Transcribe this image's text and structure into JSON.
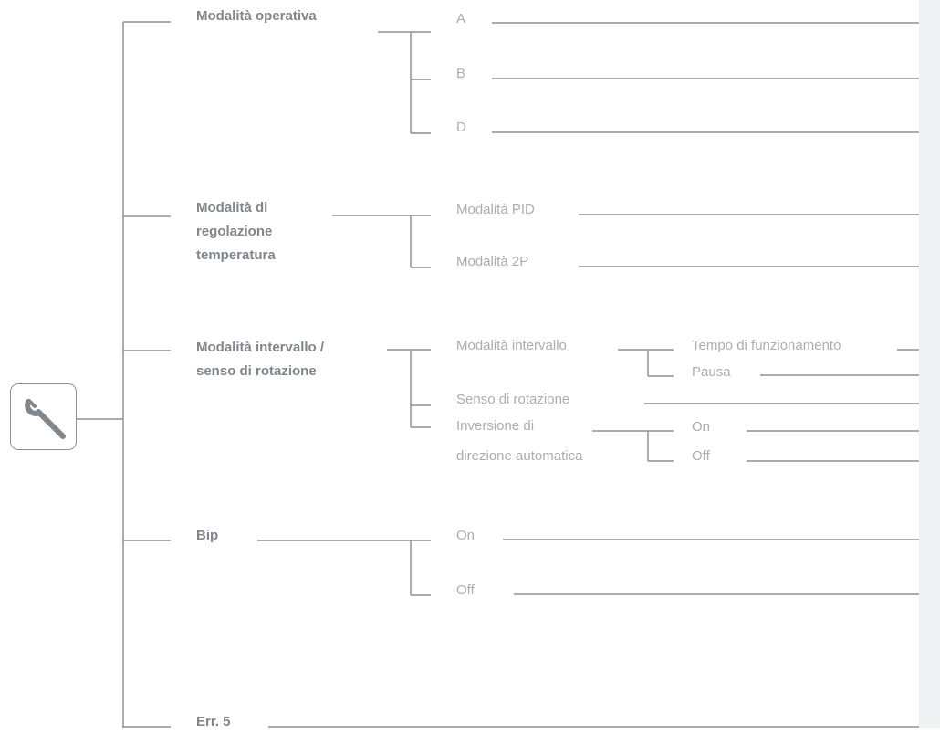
{
  "menu": {
    "icon": "wrench-icon",
    "categories": {
      "operating_mode": {
        "label": "Modalità operativa",
        "options": [
          "A",
          "B",
          "D"
        ]
      },
      "temperature_mode": {
        "label_line1": "Modalità di",
        "label_line2": "regolazione",
        "label_line3": "temperatura",
        "options": [
          "Modalità PID",
          "Modalità 2P"
        ]
      },
      "interval_mode": {
        "label_line1": "Modalità intervallo /",
        "label_line2": "senso di rotazione",
        "interval_label": "Modalità intervallo",
        "interval_sub": [
          "Tempo di funzionamento",
          "Pausa"
        ],
        "rotation_label": "Senso di rotazione",
        "reversal_line1": "Inversione di",
        "reversal_line2": "direzione automatica",
        "reversal_sub": [
          "On",
          "Off"
        ]
      },
      "beep": {
        "label": "Bip",
        "options": [
          "On",
          "Off"
        ]
      },
      "error": {
        "label": "Err. 5"
      }
    }
  }
}
